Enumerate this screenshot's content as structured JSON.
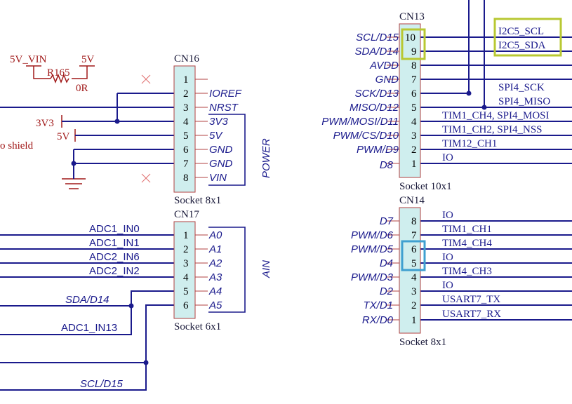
{
  "cn16": {
    "ref": "CN16",
    "socket_label": "Socket 8x1",
    "pins": [
      "1",
      "2",
      "3",
      "4",
      "5",
      "6",
      "7",
      "8"
    ],
    "signals": [
      "",
      "IOREF",
      "NRST",
      "3V3",
      "5V",
      "GND",
      "GND",
      "VIN"
    ],
    "group_label": "POWER"
  },
  "cn17": {
    "ref": "CN17",
    "socket_label": "Socket 6x1",
    "pins": [
      "1",
      "2",
      "3",
      "4",
      "5",
      "6"
    ],
    "signals": [
      "A0",
      "A1",
      "A2",
      "A3",
      "A4",
      "A5"
    ],
    "group_label": "AIN",
    "nets": [
      "ADC1_IN0",
      "ADC1_IN1",
      "ADC2_IN6",
      "ADC2_IN2",
      "SDA/D14",
      "ADC1_IN13",
      "SCL/D15"
    ]
  },
  "cn13": {
    "ref": "CN13",
    "socket_label": "Socket 10x1",
    "pins": [
      "10",
      "9",
      "8",
      "7",
      "6",
      "5",
      "4",
      "3",
      "2",
      "1"
    ],
    "signals": [
      "SCL/D15",
      "SDA/D14",
      "AVDD",
      "GND",
      "SCK/D13",
      "MISO/D12",
      "PWM/MOSI/D11",
      "PWM/CS/D10",
      "PWM/D9",
      "D8"
    ],
    "nets": [
      "",
      "",
      "",
      "",
      "",
      "TIM1_CH4, SPI4_MOSI",
      "TIM1_CH2, SPI4_NSS",
      "TIM12_CH1",
      "IO",
      ""
    ],
    "right_nets": [
      "I2C5_SCL",
      "I2C5_SDA",
      "SPI4_SCK",
      "SPI4_MISO"
    ]
  },
  "cn14": {
    "ref": "CN14",
    "socket_label": "Socket 8x1",
    "pins": [
      "8",
      "7",
      "6",
      "5",
      "4",
      "3",
      "2",
      "1"
    ],
    "signals": [
      "D7",
      "PWM/D6",
      "PWM/D5",
      "D4",
      "PWM/D3",
      "D2",
      "TX/D1",
      "RX/D0"
    ],
    "nets": [
      "IO",
      "TIM1_CH1",
      "TIM4_CH4",
      "IO",
      "TIM4_CH3",
      "IO",
      "USART7_TX",
      "USART7_RX"
    ]
  },
  "power": {
    "r165_ref": "R165",
    "r165_value": "0R",
    "net_5v_vin": "5V_VIN",
    "net_5v_a": "5V",
    "net_3v3": "3V3",
    "net_5v_b": "5V",
    "shield_text": "o shield"
  },
  "colors": {
    "wire": "#1a1a8c",
    "connector_fill": "#cfeeee",
    "connector_outline": "#b04040",
    "highlight_yellow": "#b8c832",
    "highlight_blue": "#3fa0d0",
    "power_red": "#a01818"
  }
}
